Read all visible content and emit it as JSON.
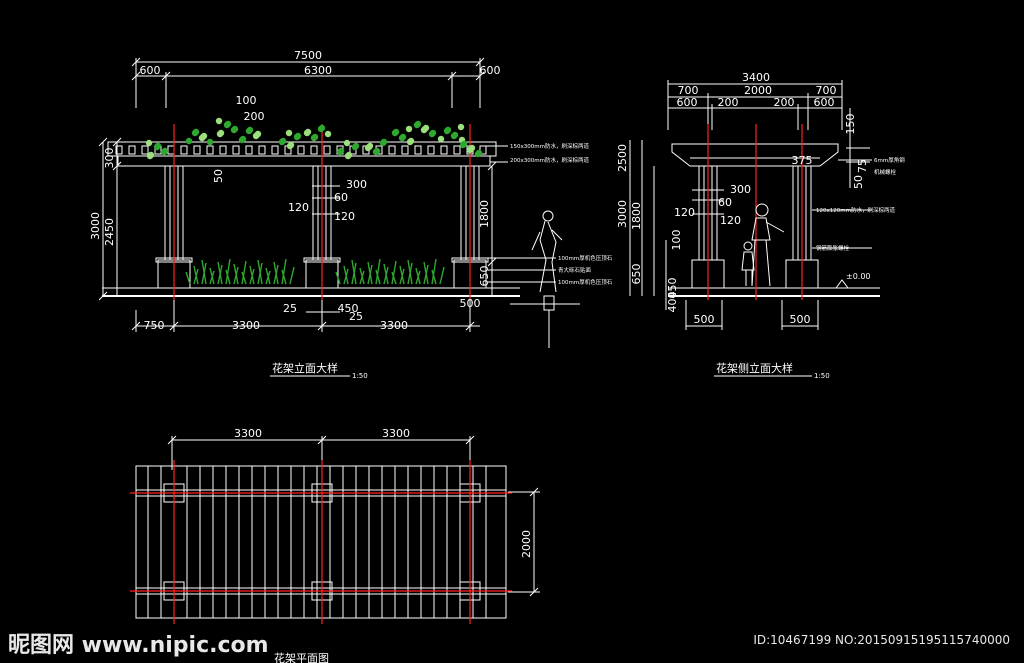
{
  "colors": {
    "background": "#000000",
    "line": "#ffffff",
    "centerline": "#ff2020",
    "foliage": "#2fa82f",
    "foliage_light": "#9be07c"
  },
  "front_elevation": {
    "title": "花架立面大样",
    "scale": "1:50",
    "top_dims": [
      "7500",
      "600",
      "6300",
      "600"
    ],
    "upper_dims": [
      "100",
      "200"
    ],
    "left_dims": [
      "3000",
      "2450",
      "300",
      "50"
    ],
    "column_dims": [
      "300",
      "60",
      "120",
      "120"
    ],
    "right_dims": [
      "1800",
      "650",
      "500"
    ],
    "bottom_dims": [
      "750",
      "3300",
      "25",
      "450",
      "25",
      "3300"
    ],
    "notes": [
      "150x300mm防水，刷深棕两道",
      "200x300mm防水，刷深棕两道",
      "100mm厚机色压顶石",
      "青大砾石贴面",
      "100mm厚机色压顶石"
    ]
  },
  "side_elevation": {
    "title": "花架侧立面大样",
    "scale": "1:50",
    "top_dims": [
      "3400",
      "700",
      "2000",
      "700",
      "600",
      "200",
      "200",
      "600"
    ],
    "right_dims": [
      "150",
      "375",
      "75",
      "50"
    ],
    "left_dims": [
      "2500",
      "3000",
      "1800",
      "100",
      "650",
      "450",
      "400"
    ],
    "column_dims": [
      "300",
      "60",
      "120",
      "120"
    ],
    "bottom_dims": [
      "500",
      "500"
    ],
    "level": "±0.00",
    "notes": [
      "6mm厚角钢",
      "机械螺栓",
      "120x120mm防水，刷深棕两道",
      "钢筋膨胀螺栓"
    ]
  },
  "plan": {
    "title": "花架平面图",
    "top_dims": [
      "3300",
      "3300"
    ],
    "right_dim": "2000"
  },
  "watermark": {
    "site": "昵图网 www.nipic.com",
    "id": "ID:10467199 NO:20150915195115740000"
  }
}
